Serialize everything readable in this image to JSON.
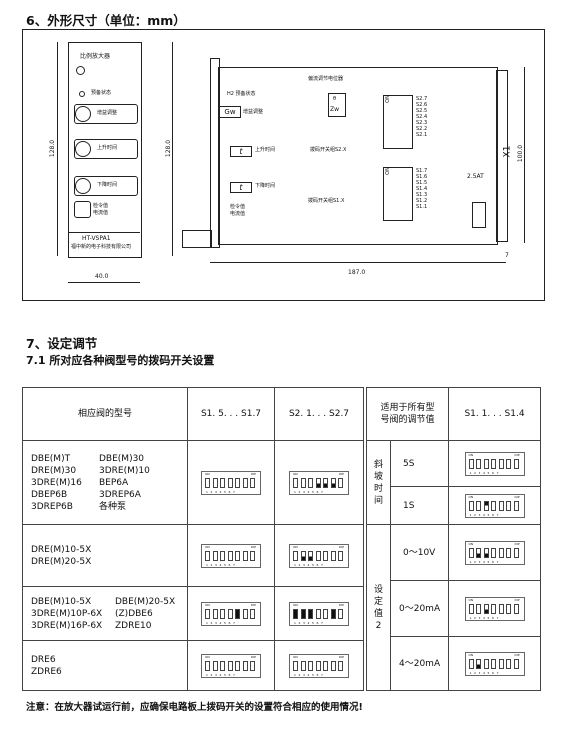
{
  "section6": {
    "title": "6、外形尺寸（单位：mm）"
  },
  "drawing": {
    "front_title": "比例放大器",
    "standby_label": "预备状态",
    "knob1": "增益调整",
    "knob2": "上升时间",
    "knob3": "下降时间",
    "check_line1": "检令值",
    "check_line2": "电流值",
    "model": "HT-VSPA1",
    "company": "福中新的电子科技有限公司",
    "dim_height": "128.0",
    "dim_height_side": "128.0",
    "dim_width": "40.0",
    "dim_depth": "187.0",
    "dim_board": "100.0",
    "dim_small": "7",
    "h2_label": "H2 预备状态",
    "gw_text": "Gw",
    "gw_label": "增益调整",
    "t_up_symbol": "t",
    "t_up_label": "上升时间",
    "t_down_symbol": "t",
    "t_down_label": "下降时间",
    "side_check1": "检令值",
    "side_check2": "电流值",
    "pot_label": "偏流调节电位器",
    "pot_theta": "θ",
    "pot_zw": "Zw",
    "s2_caption": "拨码开关组S2.X",
    "s1_caption": "拨码开关组S1.X",
    "s2_labels": [
      "S2.7",
      "S2.6",
      "S2.5",
      "S2.4",
      "S2.3",
      "S2.2",
      "S2.1"
    ],
    "s1_labels": [
      "S1.7",
      "S1.6",
      "S1.5",
      "S1.4",
      "S1.3",
      "S1.2",
      "S1.1"
    ],
    "on_text": "ON",
    "fuse": "2.5AT",
    "x1": "X1"
  },
  "section7": {
    "title": "7、设定调节",
    "sub": "7.1 所对应各种阀型号的拨码开关设置"
  },
  "table_left": {
    "h_model": "相应阀的型号",
    "h_s1": "S1. 5. . . S1.7",
    "h_s2": "S2. 1. . . S2.7",
    "rows": [
      {
        "l1": [
          "DBE(M)T",
          "DBE(M)30"
        ],
        "l2": [
          "DRE(M)30",
          "3DRE(M)10"
        ],
        "l3": [
          "3DRE(M)16",
          "BEP6A"
        ],
        "l4": [
          "DBEP6B",
          "3DREP6A"
        ],
        "l5": [
          "3DREP6B",
          "各种泵"
        ]
      },
      {
        "l1": [
          "DRE(M)10-5X",
          ""
        ],
        "l2": [
          "DRE(M)20-5X",
          ""
        ]
      },
      {
        "l1": [
          "DBE(M)10-5X",
          "DBE(M)20-5X"
        ],
        "l2": [
          "3DRE(M)10P-6X",
          "(Z)DBE6"
        ],
        "l3": [
          "3DRE(M)16P-6X",
          "ZDRE10"
        ]
      },
      {
        "l1": [
          "DRE6",
          ""
        ],
        "l2": [
          "ZDRE6",
          ""
        ]
      }
    ],
    "dip_left": [
      [
        "w",
        "w",
        "w",
        "w",
        "w",
        "w",
        "w"
      ],
      [
        "w",
        "w",
        "w",
        "w",
        "w",
        "w",
        "w"
      ],
      [
        "w",
        "w",
        "w",
        "w",
        "b",
        "w",
        "w"
      ],
      [
        "w",
        "w",
        "w",
        "w",
        "w",
        "w",
        "w"
      ]
    ],
    "dip_right": [
      [
        "w",
        "w",
        "w",
        "d",
        "d",
        "d",
        "w"
      ],
      [
        "w",
        "d",
        "d",
        "w",
        "w",
        "w",
        "w"
      ],
      [
        "b",
        "b",
        "b",
        "w",
        "w",
        "b",
        "w"
      ],
      [
        "w",
        "w",
        "w",
        "w",
        "w",
        "w",
        "w"
      ]
    ]
  },
  "table_right": {
    "h_line1": "适用于所有型",
    "h_line2": "号阀的调节值",
    "h_s": "S1. 1. . . S1.4",
    "g1": [
      "斜",
      "坡",
      "时",
      "间"
    ],
    "g2": [
      "设",
      "定",
      "值",
      "2"
    ],
    "rows": [
      "5S",
      "1S",
      "0～10V",
      "0～20mA",
      "4～20mA"
    ],
    "dips": [
      [
        "w",
        "w",
        "w",
        "w",
        "w",
        "w",
        "w"
      ],
      [
        "w",
        "w",
        "u",
        "w",
        "w",
        "w",
        "w"
      ],
      [
        "w",
        "d",
        "d",
        "w",
        "w",
        "w",
        "w"
      ],
      [
        "w",
        "w",
        "d",
        "w",
        "w",
        "w",
        "w"
      ],
      [
        "w",
        "d",
        "w",
        "w",
        "w",
        "w",
        "w"
      ]
    ]
  },
  "dip_text": {
    "on": "ON",
    "dip": "DIP",
    "nums": "1234567"
  },
  "note": "注意：在放大器试运行前，应确保电路板上拨码开关的设置符合相应的使用情况!"
}
